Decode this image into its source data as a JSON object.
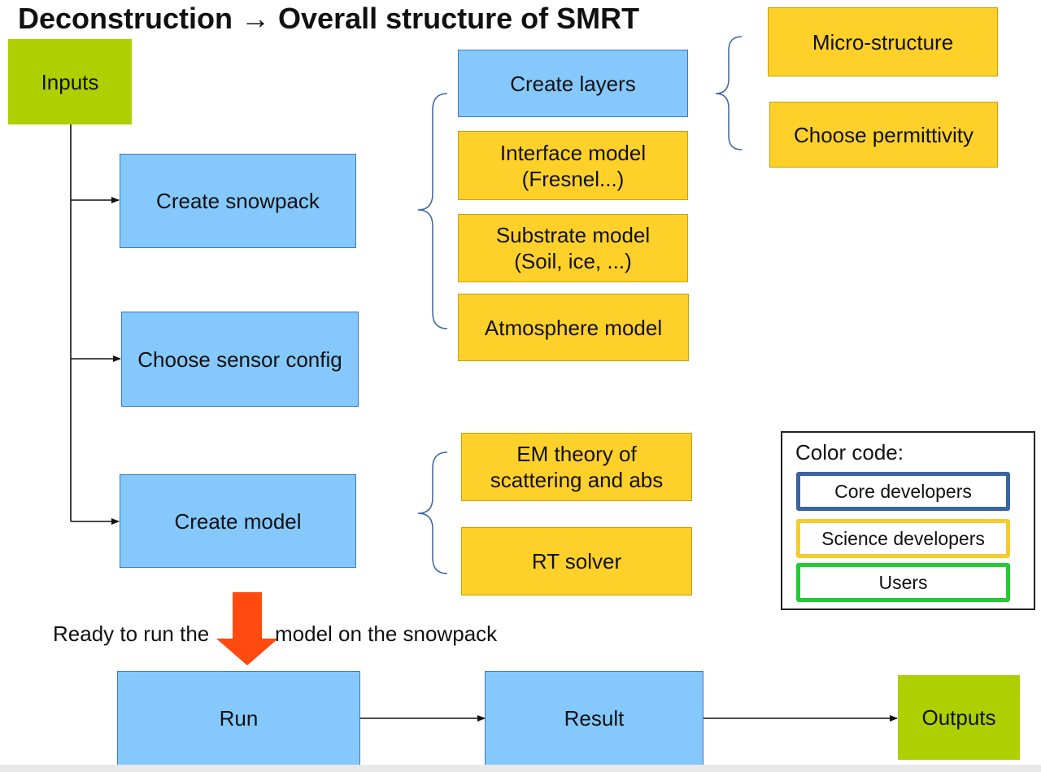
{
  "title": "Deconstruction → Overall structure of SMRT",
  "inputs": "Inputs",
  "main_steps": {
    "snowpack": "Create snowpack",
    "sensor": "Choose sensor config",
    "model": "Create model"
  },
  "snowpack_parts": {
    "layers": "Create layers",
    "interface": "Interface model\n(Fresnel...)",
    "substrate": "Substrate model\n(Soil, ice, ...)",
    "atmosphere": "Atmosphere model"
  },
  "layer_parts": {
    "microstructure": "Micro-structure",
    "permittivity": "Choose permittivity"
  },
  "model_parts": {
    "em_theory": "EM theory of\nscattering and abs",
    "rt_solver": "RT solver"
  },
  "legend": {
    "title": "Color code:",
    "core": {
      "label": "Core developers",
      "color": "#3a64a0"
    },
    "science": {
      "label": "Science developers",
      "color": "#f5cc30"
    },
    "users": {
      "label": "Users",
      "color": "#22cc33"
    }
  },
  "ready_text_left": "Ready to run the",
  "ready_text_right": "model on the snowpack",
  "run": "Run",
  "result": "Result",
  "outputs": "Outputs",
  "colors": {
    "blue_fill": "#85c8fc",
    "yellow_fill": "#fdd12a",
    "green_fill": "#aecf00",
    "arrow_orange": "#ff4a10"
  }
}
